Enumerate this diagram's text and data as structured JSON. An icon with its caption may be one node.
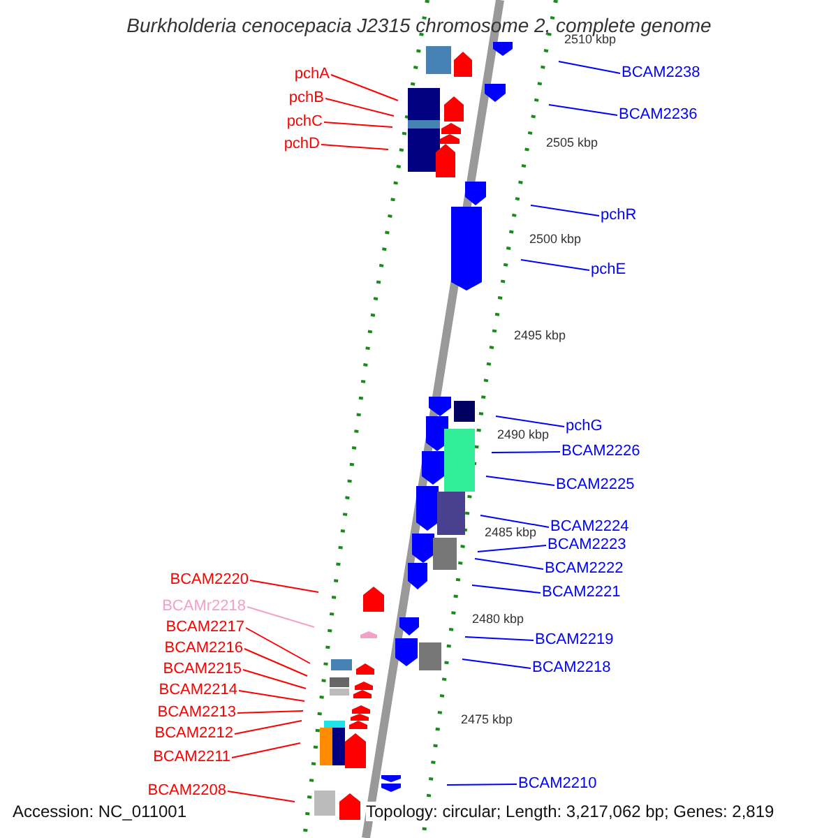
{
  "diagram": {
    "title": "Burkholderia cenocepacia J2315 chromosome 2, complete genome",
    "nodes": [
      {
        "text": [
          "BCAM2238"
        ]
      },
      {
        "text": [
          "pchA"
        ]
      },
      {
        "text": [
          "pchB"
        ]
      },
      {
        "text": [
          "BCAM2236"
        ]
      },
      {
        "text": [
          "pchC"
        ]
      },
      {
        "text": [
          "pchD"
        ]
      },
      {
        "text": [
          "pchR"
        ]
      },
      {
        "text": [
          "pchE"
        ]
      },
      {
        "text": [
          "pchG"
        ]
      },
      {
        "text": [
          "BCAM2226"
        ]
      },
      {
        "text": [
          "BCAM2225"
        ]
      },
      {
        "text": [
          "BCAM2224"
        ]
      },
      {
        "text": [
          "BCAM2223"
        ]
      },
      {
        "text": [
          "BCAM2222"
        ]
      },
      {
        "text": [
          "BCAM2220"
        ]
      },
      {
        "text": [
          "BCAM2221"
        ]
      },
      {
        "text": [
          "BCAMr2218"
        ]
      },
      {
        "text": [
          "BCAM2217"
        ]
      },
      {
        "text": [
          "BCAM2219"
        ]
      },
      {
        "text": [
          "BCAM2216"
        ]
      },
      {
        "text": [
          "BCAM2218"
        ]
      },
      {
        "text": [
          "BCAM2215"
        ]
      },
      {
        "text": [
          "BCAM2214"
        ]
      },
      {
        "text": [
          "BCAM2213"
        ]
      },
      {
        "text": [
          "BCAM2212"
        ]
      },
      {
        "text": [
          "BCAM2211"
        ]
      },
      {
        "text": [
          "BCAM2210"
        ]
      },
      {
        "text": [
          "BCAM2208"
        ]
      }
    ],
    "edges": [
      {
        "from": 0,
        "to": null,
        "arrow": "none"
      },
      {
        "from": 1,
        "to": null,
        "arrow": "none",
        "color": "#ff0000"
      },
      {
        "from": 2,
        "to": null,
        "arrow": "none",
        "color": "#ff0000"
      },
      {
        "from": 3,
        "to": null,
        "arrow": "none"
      },
      {
        "from": 4,
        "to": null,
        "arrow": "none",
        "color": "#ff0000"
      },
      {
        "from": 5,
        "to": null,
        "arrow": "none",
        "color": "#ff0000"
      },
      {
        "from": 6,
        "to": null,
        "arrow": "none"
      },
      {
        "from": 7,
        "to": null,
        "arrow": "none"
      },
      {
        "from": 8,
        "to": null,
        "arrow": "none"
      },
      {
        "from": 9,
        "to": null,
        "arrow": "none"
      },
      {
        "from": 10,
        "to": null,
        "arrow": "none"
      },
      {
        "from": 11,
        "to": null,
        "arrow": "none"
      },
      {
        "from": 12,
        "to": null,
        "arrow": "none"
      },
      {
        "from": 13,
        "to": null,
        "arrow": "none"
      },
      {
        "from": 14,
        "to": null,
        "arrow": "none",
        "color": "#ff0000"
      },
      {
        "from": 15,
        "to": null,
        "arrow": "none"
      },
      {
        "from": 16,
        "to": null,
        "arrow": "none",
        "color": "#f4a0c8"
      },
      {
        "from": 17,
        "to": null,
        "arrow": "none",
        "color": "#ff0000"
      },
      {
        "from": 18,
        "to": null,
        "arrow": "none"
      },
      {
        "from": 19,
        "to": null,
        "arrow": "none",
        "color": "#ff0000"
      },
      {
        "from": 20,
        "to": null,
        "arrow": "none"
      },
      {
        "from": 21,
        "to": null,
        "arrow": "none",
        "color": "#ff0000"
      },
      {
        "from": 22,
        "to": null,
        "arrow": "none",
        "color": "#ff0000"
      },
      {
        "from": 23,
        "to": null,
        "arrow": "none",
        "color": "#ff0000"
      },
      {
        "from": 24,
        "to": null,
        "arrow": "none",
        "color": "#ff0000"
      },
      {
        "from": 25,
        "to": null,
        "arrow": "none",
        "color": "#ff0000"
      },
      {
        "from": 26,
        "to": null,
        "arrow": "none"
      },
      {
        "from": 27,
        "to": null,
        "arrow": "none",
        "color": "#ff0000"
      }
    ],
    "labels": [
      "2510 kbp",
      "2505 kbp",
      "2500 kbp",
      "2495 kbp",
      "2490 kbp",
      "2485 kbp",
      "2480 kbp",
      "2475 kbp",
      "Accession: NC_011001",
      "Topology: circular; Length: 3,217,062 bp; Genes: 2,819"
    ]
  }
}
